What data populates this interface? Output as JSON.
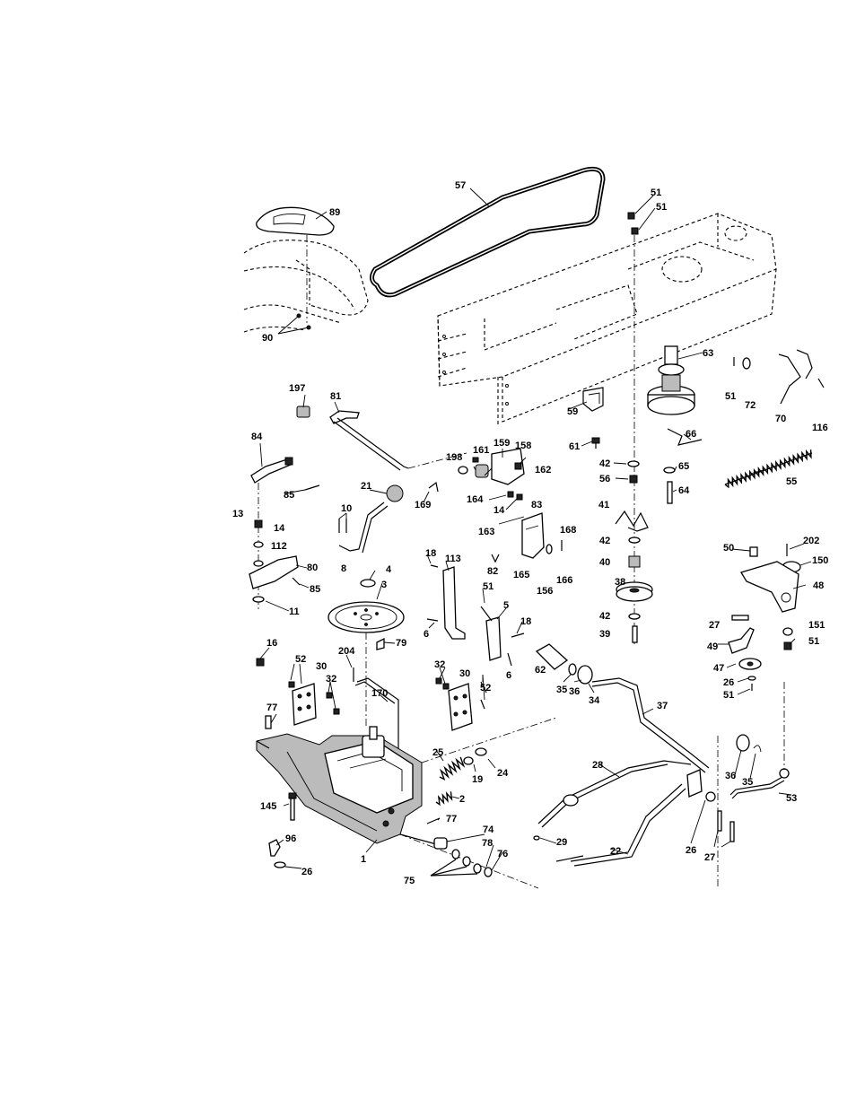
{
  "diagram": {
    "labels": [
      {
        "id": "57",
        "text": "57"
      },
      {
        "id": "51a",
        "text": "51"
      },
      {
        "id": "51b",
        "text": "51"
      },
      {
        "id": "89",
        "text": "89"
      },
      {
        "id": "90",
        "text": "90"
      },
      {
        "id": "63",
        "text": "63"
      },
      {
        "id": "51c",
        "text": "51"
      },
      {
        "id": "72",
        "text": "72"
      },
      {
        "id": "70",
        "text": "70"
      },
      {
        "id": "116",
        "text": "116"
      },
      {
        "id": "197",
        "text": "197"
      },
      {
        "id": "81",
        "text": "81"
      },
      {
        "id": "59",
        "text": "59"
      },
      {
        "id": "61",
        "text": "61"
      },
      {
        "id": "66",
        "text": "66"
      },
      {
        "id": "84",
        "text": "84"
      },
      {
        "id": "198",
        "text": "198"
      },
      {
        "id": "161",
        "text": "161"
      },
      {
        "id": "159",
        "text": "159"
      },
      {
        "id": "158",
        "text": "158"
      },
      {
        "id": "162",
        "text": "162"
      },
      {
        "id": "42a",
        "text": "42"
      },
      {
        "id": "56",
        "text": "56"
      },
      {
        "id": "65",
        "text": "65"
      },
      {
        "id": "64",
        "text": "64"
      },
      {
        "id": "55",
        "text": "55"
      },
      {
        "id": "85a",
        "text": "85"
      },
      {
        "id": "21",
        "text": "21"
      },
      {
        "id": "169",
        "text": "169"
      },
      {
        "id": "164",
        "text": "164"
      },
      {
        "id": "14a",
        "text": "14"
      },
      {
        "id": "83",
        "text": "83"
      },
      {
        "id": "13",
        "text": "13"
      },
      {
        "id": "14b",
        "text": "14"
      },
      {
        "id": "10",
        "text": "10"
      },
      {
        "id": "163",
        "text": "163"
      },
      {
        "id": "41",
        "text": "41"
      },
      {
        "id": "168",
        "text": "168"
      },
      {
        "id": "42b",
        "text": "42"
      },
      {
        "id": "50",
        "text": "50"
      },
      {
        "id": "202",
        "text": "202"
      },
      {
        "id": "150",
        "text": "150"
      },
      {
        "id": "112",
        "text": "112"
      },
      {
        "id": "8",
        "text": "8"
      },
      {
        "id": "18a",
        "text": "18"
      },
      {
        "id": "113",
        "text": "113"
      },
      {
        "id": "4",
        "text": "4"
      },
      {
        "id": "80",
        "text": "80"
      },
      {
        "id": "82",
        "text": "82"
      },
      {
        "id": "165",
        "text": "165"
      },
      {
        "id": "156",
        "text": "156"
      },
      {
        "id": "166",
        "text": "166"
      },
      {
        "id": "40",
        "text": "40"
      },
      {
        "id": "48",
        "text": "48"
      },
      {
        "id": "85b",
        "text": "85"
      },
      {
        "id": "3",
        "text": "3"
      },
      {
        "id": "51d",
        "text": "51"
      },
      {
        "id": "38",
        "text": "38"
      },
      {
        "id": "11",
        "text": "11"
      },
      {
        "id": "5",
        "text": "5"
      },
      {
        "id": "42c",
        "text": "42"
      },
      {
        "id": "27a",
        "text": "27"
      },
      {
        "id": "151",
        "text": "151"
      },
      {
        "id": "18b",
        "text": "18"
      },
      {
        "id": "6a",
        "text": "6"
      },
      {
        "id": "39",
        "text": "39"
      },
      {
        "id": "51e",
        "text": "51"
      },
      {
        "id": "16",
        "text": "16"
      },
      {
        "id": "79",
        "text": "79"
      },
      {
        "id": "49",
        "text": "49"
      },
      {
        "id": "52a",
        "text": "52"
      },
      {
        "id": "204",
        "text": "204"
      },
      {
        "id": "30a",
        "text": "30"
      },
      {
        "id": "6b",
        "text": "6"
      },
      {
        "id": "62",
        "text": "62"
      },
      {
        "id": "47",
        "text": "47"
      },
      {
        "id": "32a",
        "text": "32"
      },
      {
        "id": "32b",
        "text": "32"
      },
      {
        "id": "30b",
        "text": "30"
      },
      {
        "id": "26a",
        "text": "26"
      },
      {
        "id": "52b",
        "text": "52"
      },
      {
        "id": "51f",
        "text": "51"
      },
      {
        "id": "35a",
        "text": "35"
      },
      {
        "id": "36a",
        "text": "36"
      },
      {
        "id": "37",
        "text": "37"
      },
      {
        "id": "77a",
        "text": "77"
      },
      {
        "id": "170",
        "text": "170"
      },
      {
        "id": "34",
        "text": "34"
      },
      {
        "id": "25",
        "text": "25"
      },
      {
        "id": "24",
        "text": "24"
      },
      {
        "id": "19",
        "text": "19"
      },
      {
        "id": "28",
        "text": "28"
      },
      {
        "id": "36b",
        "text": "36"
      },
      {
        "id": "35b",
        "text": "35"
      },
      {
        "id": "2",
        "text": "2"
      },
      {
        "id": "53",
        "text": "53"
      },
      {
        "id": "145",
        "text": "145"
      },
      {
        "id": "77b",
        "text": "77"
      },
      {
        "id": "74",
        "text": "74"
      },
      {
        "id": "29",
        "text": "29"
      },
      {
        "id": "96",
        "text": "96"
      },
      {
        "id": "78",
        "text": "78"
      },
      {
        "id": "26b",
        "text": "26"
      },
      {
        "id": "27b",
        "text": "27"
      },
      {
        "id": "1",
        "text": "1"
      },
      {
        "id": "22",
        "text": "22"
      },
      {
        "id": "76",
        "text": "76"
      },
      {
        "id": "26c",
        "text": "26"
      },
      {
        "id": "75",
        "text": "75"
      }
    ]
  }
}
